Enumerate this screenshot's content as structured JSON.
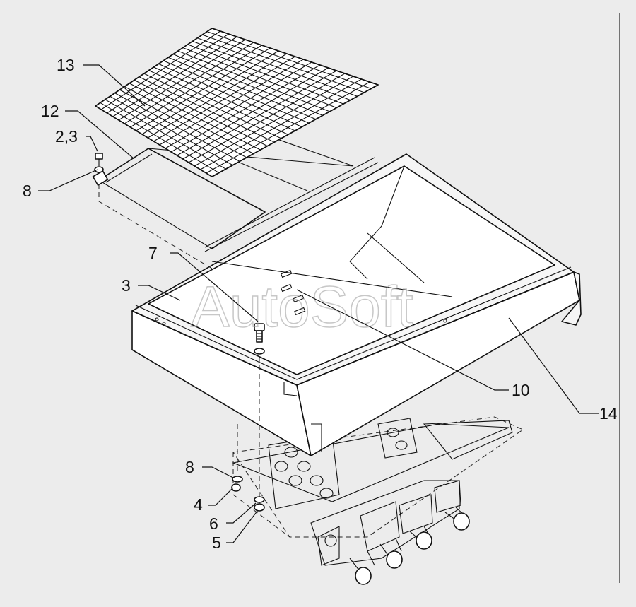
{
  "labels": {
    "p13": "13",
    "p12": "12",
    "p23": "2,3",
    "p8a": "8",
    "p7": "7",
    "p3": "3",
    "p10": "10",
    "p14": "14",
    "p8b": "8",
    "p4": "4",
    "p6": "6",
    "p5": "5"
  },
  "watermark": "AutoSoft",
  "colors": {
    "background": "#ececec",
    "line": "#111111"
  }
}
